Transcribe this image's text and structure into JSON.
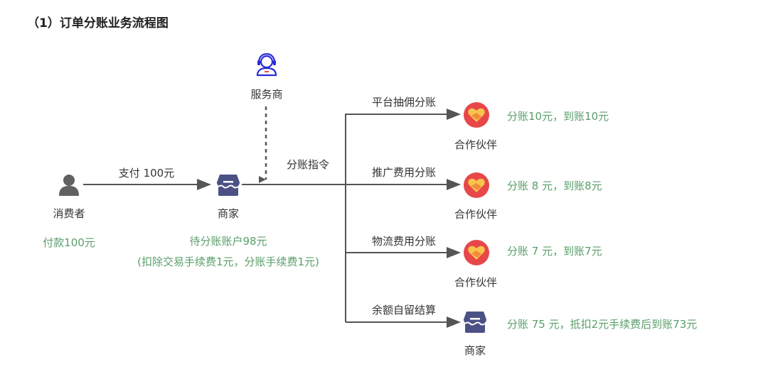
{
  "title": "（1）订单分账业务流程图",
  "nodes": {
    "consumer": {
      "label": "消费者",
      "note": "付款100元",
      "icon": "user-icon"
    },
    "merchant": {
      "label": "商家",
      "note": "待分账账户98元",
      "note2": "(扣除交易手续费1元，分账手续费1元)",
      "icon": "store-icon"
    },
    "service_provider": {
      "label": "服务商",
      "icon": "headset-agent-icon"
    },
    "partners": [
      {
        "label": "合作伙伴",
        "note": "分账10元，到账10元",
        "icon": "handshake-heart-icon"
      },
      {
        "label": "合作伙伴",
        "note": "分账 8 元，到账8元",
        "icon": "handshake-heart-icon"
      },
      {
        "label": "合作伙伴",
        "note": "分账 7 元，到账7元",
        "icon": "handshake-heart-icon"
      }
    ],
    "merchant_self": {
      "label": "商家",
      "note": "分账 75 元，抵扣2元手续费后到账73元",
      "icon": "store-icon"
    }
  },
  "edges": {
    "pay": "支付 100元",
    "split_instruction": "分账指令",
    "branches": [
      "平台抽佣分账",
      "推广费用分账",
      "物流费用分账",
      "余额自留结算"
    ]
  },
  "colors": {
    "note_green": "#5a9e6a",
    "line_gray": "#555555",
    "store_purple": "#4b5185",
    "partner_red": "#e8474a",
    "agent_blue": "#2b2bd6"
  }
}
